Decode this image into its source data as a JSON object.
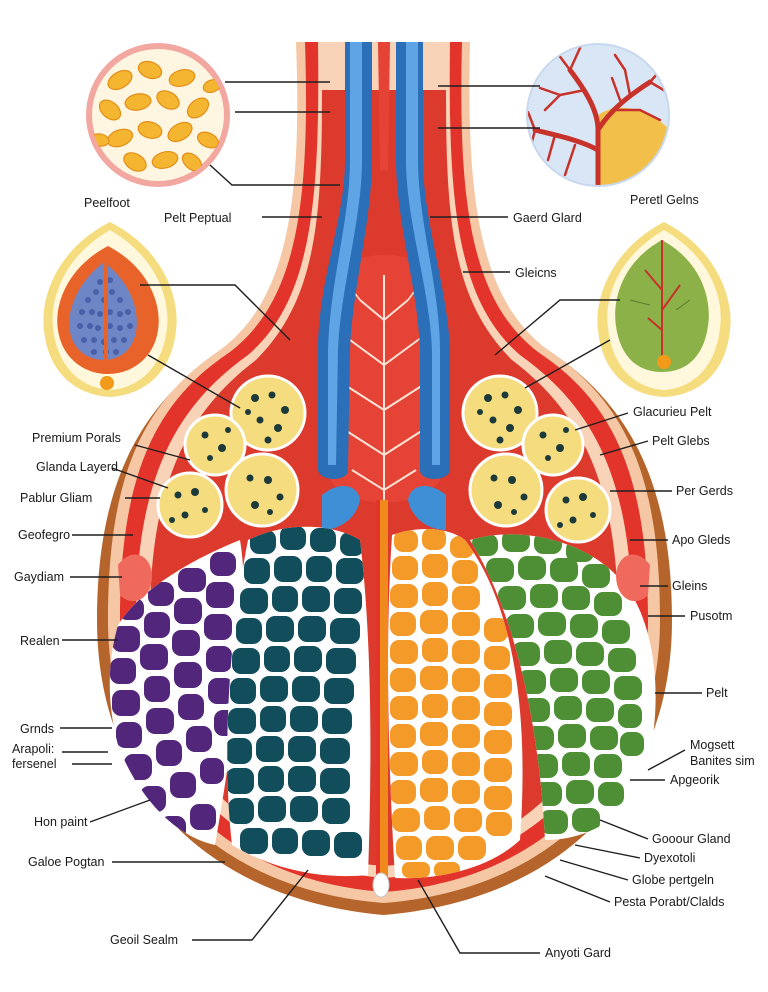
{
  "labels": {
    "top_left_small": "Peelfoot",
    "pelt_peptual": "Pelt Peptual",
    "premium_porals": "Premium Porals",
    "glanda_layerd": "Glanda Layerd",
    "pablur_gliam": "Pablur Gliam",
    "geofegro": "Geofegro",
    "gaydiam": "Gaydiam",
    "realen": "Realen",
    "grnds": "Grnds",
    "arapoli_fersenel_1": "Arapoli:",
    "arapoli_fersenel_2": "fersenel",
    "hon_paint": "Hon paint",
    "galoe_pogtan": "Galoe Pogtan",
    "geoil_sealm": "Geoil Sealm",
    "anyoti_gard": "Anyoti Gard",
    "pesta_porabt_clalds": "Pesta Porabt/Clalds",
    "globe_pertgeln": "Globe pertgeln",
    "dyexotoli": "Dyexotoli",
    "gooour_gland": "Gooour Gland",
    "apgeorik": "Apgeorik",
    "banites_sim": "Banites sim",
    "mogsett": "Mogsett",
    "pelt": "Pelt",
    "pusotm": "Pusotm",
    "gleins": "Gleins",
    "apo_gleds": "Apo Gleds",
    "per_gerds": "Per Gerds",
    "pelt_glebs": "Pelt Glebs",
    "glacurieu_pelt": "Glacurieu Pelt",
    "gleicns": "Gleicns",
    "gaerd_glard": "Gaerd Glard",
    "peretl_gelns": "Peretl Gelns"
  },
  "colors": {
    "capsule": "#b5652c",
    "muscle": "#e2342b",
    "vessel": "#2a6fb8",
    "purple_lobe": "#52267a",
    "teal_lobe": "#114d5a",
    "orange_lobe": "#f39a28",
    "green_lobe": "#4e8f35",
    "glands": "#f5dc7e"
  }
}
